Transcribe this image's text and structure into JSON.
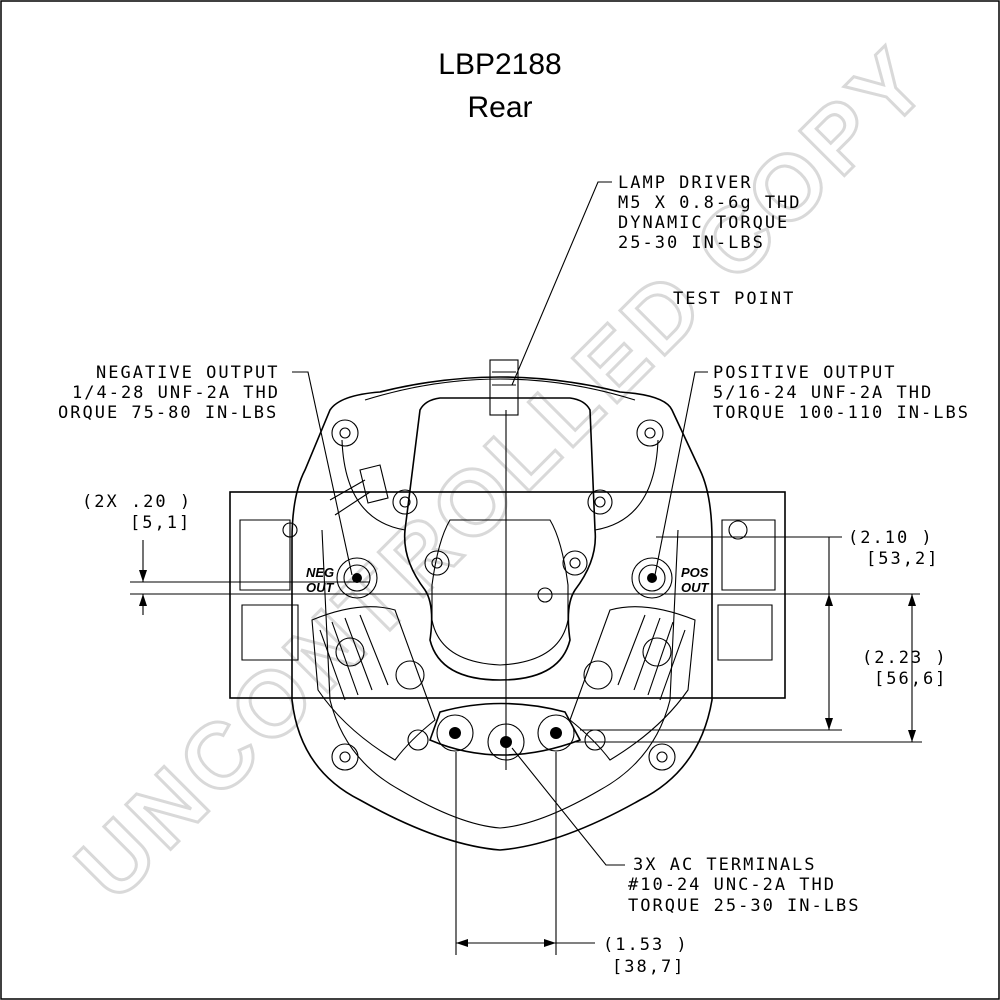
{
  "title": {
    "part": "LBP2188",
    "view": "Rear"
  },
  "watermark": "UNCONTROLLED COPY",
  "callouts": {
    "lamp_driver": [
      "LAMP DRIVER",
      "M5 X 0.8-6g THD",
      "DYNAMIC TORQUE",
      "25-30 IN-LBS"
    ],
    "test_point": "TEST POINT",
    "negative_output": [
      "NEGATIVE OUTPUT",
      "1/4-28 UNF-2A THD",
      "ORQUE 75-80 IN-LBS"
    ],
    "positive_output": [
      "POSITIVE OUTPUT",
      "5/16-24 UNF-2A THD",
      "TORQUE 100-110 IN-LBS"
    ],
    "ac_terminals": [
      "3X AC TERMINALS",
      "#10-24 UNC-2A THD",
      "TORQUE 25-30 IN-LBS"
    ]
  },
  "dimensions": {
    "neg_offset": {
      "inch": "(2X .20  )",
      "mm": "[5,1]"
    },
    "vertical_1": {
      "inch": "(2.10  )",
      "mm": "[53,2]"
    },
    "vertical_2": {
      "inch": "(2.23  )",
      "mm": "[56,6]"
    },
    "horizontal": {
      "inch": "(1.53  )",
      "mm": "[38,7]"
    }
  },
  "terminal_labels": {
    "neg": [
      "NEG",
      "OUT"
    ],
    "pos": [
      "POS",
      "OUT"
    ]
  },
  "colors": {
    "ink": "#000000",
    "watermark": "#d9d9d9",
    "background": "#ffffff"
  }
}
